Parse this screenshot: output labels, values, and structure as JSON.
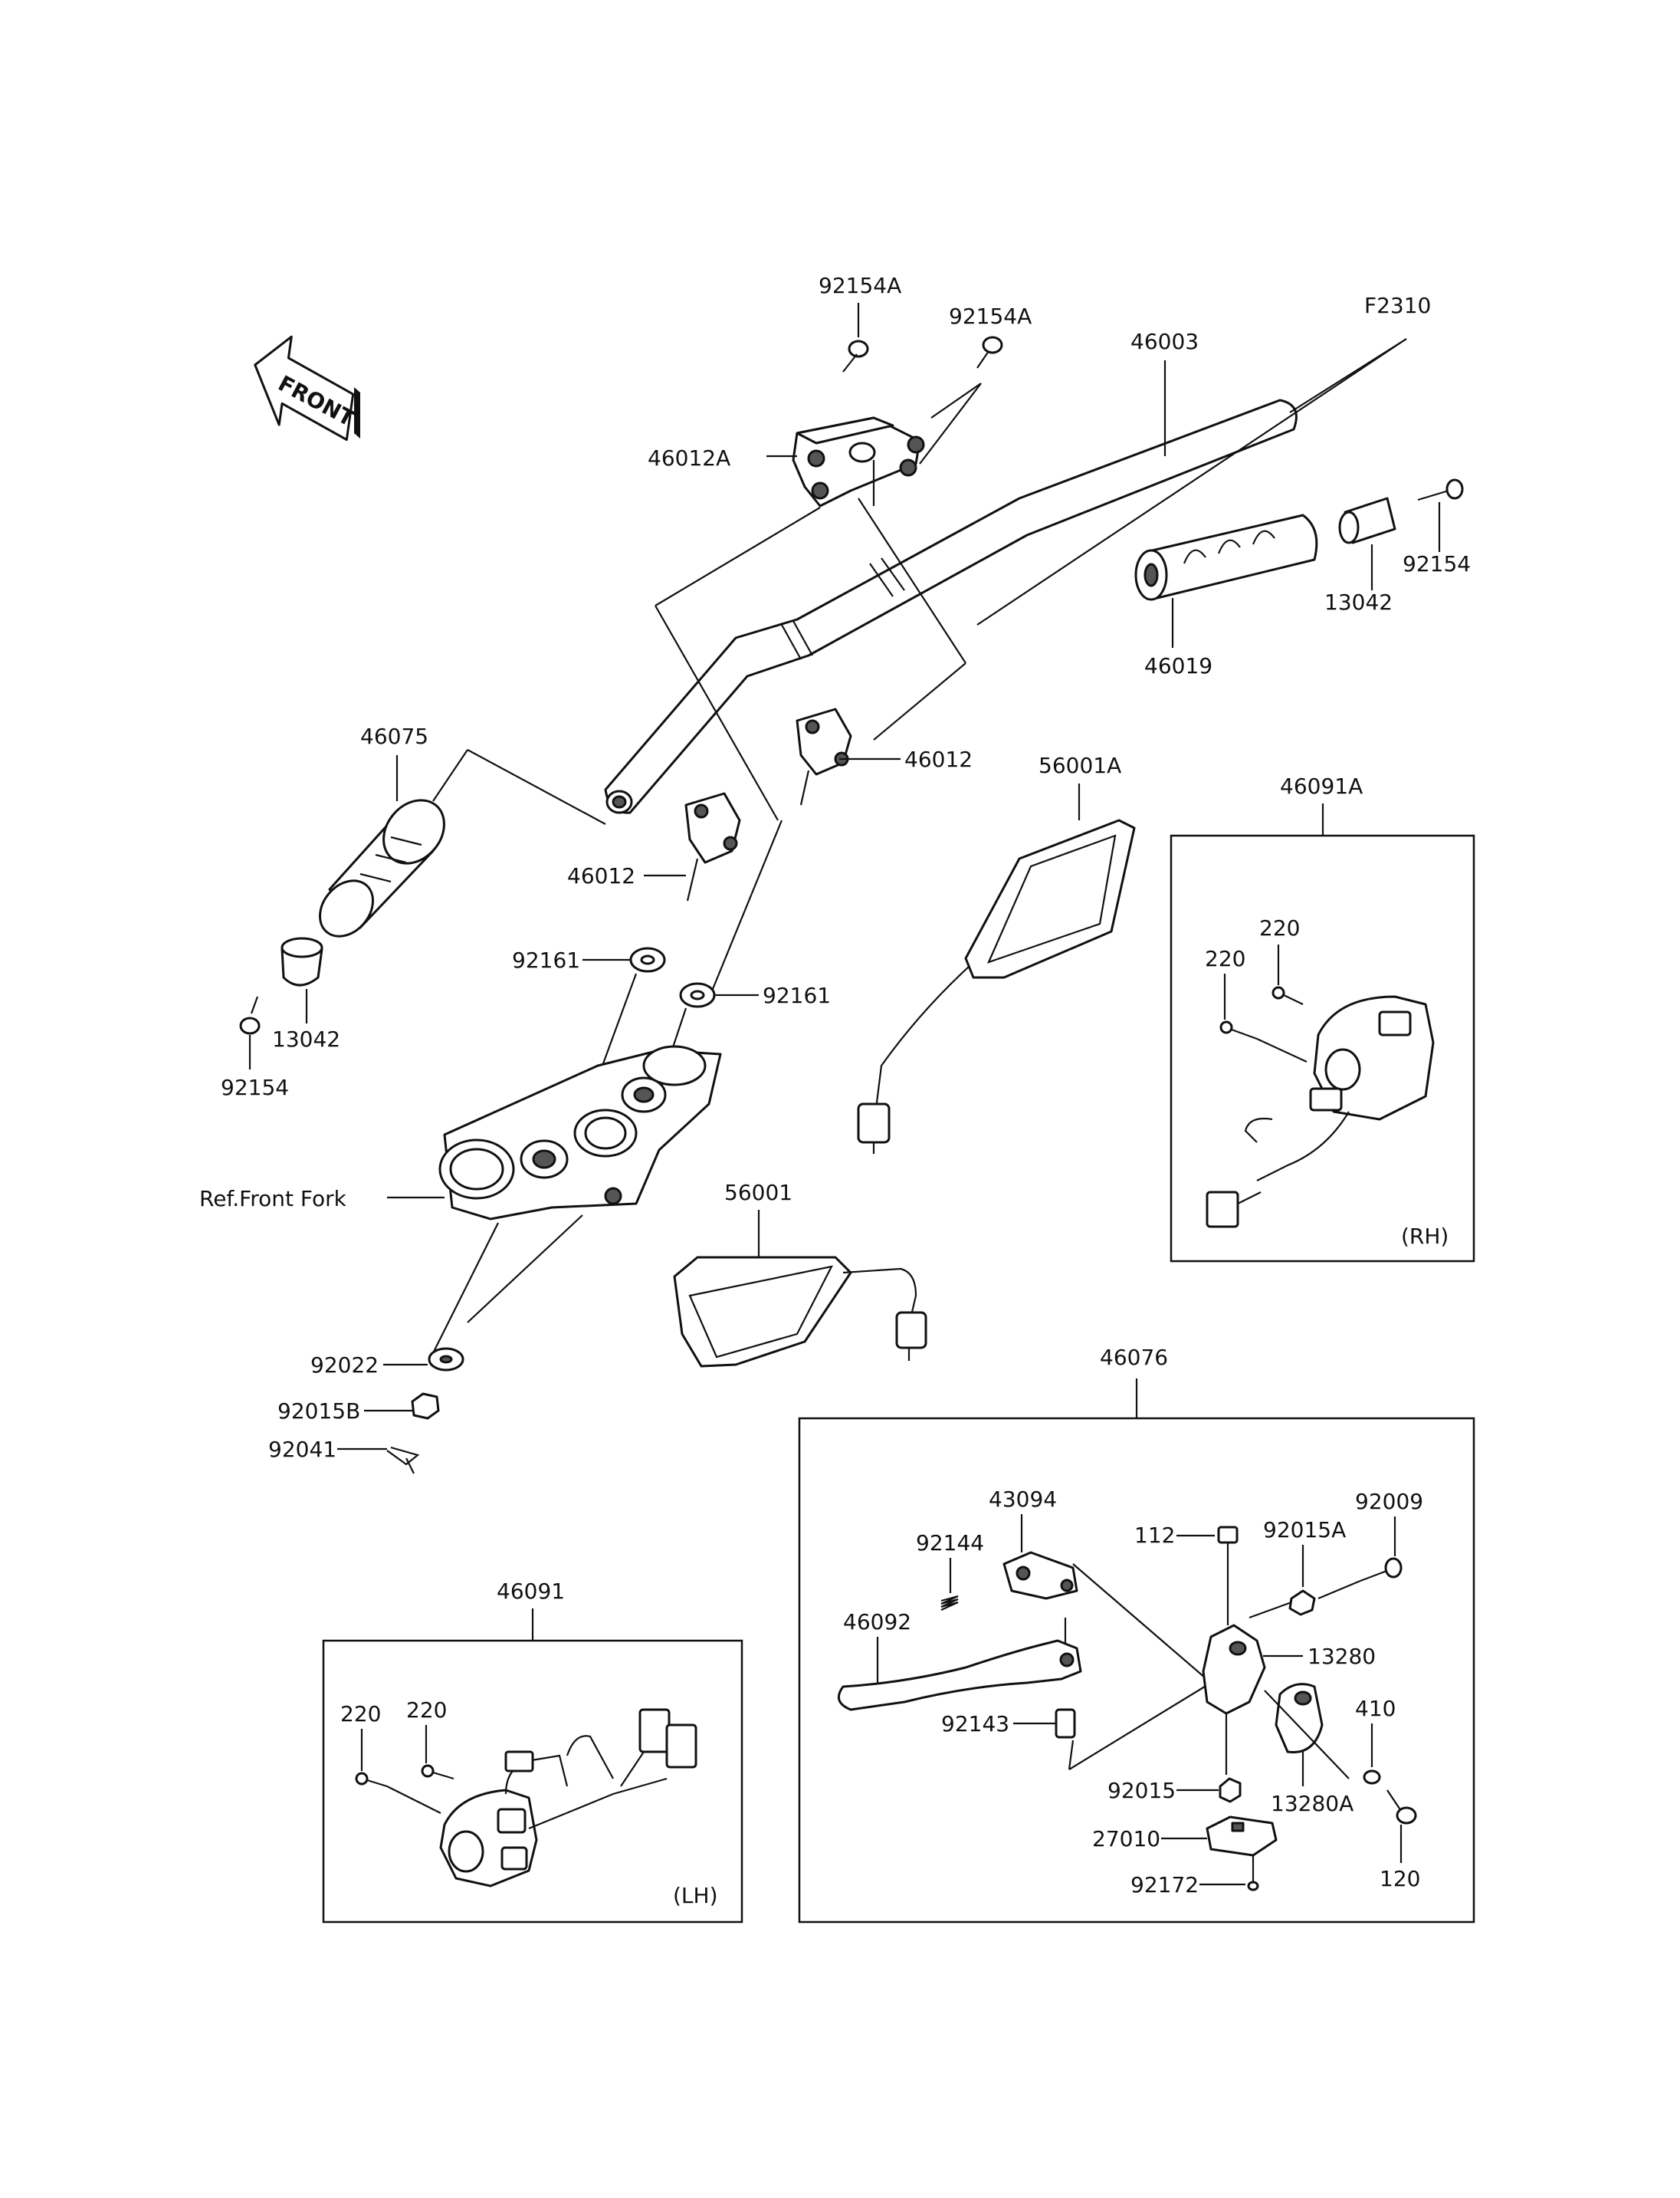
{
  "figure_code": "F2310",
  "front_marker": "FRONT",
  "labels": {
    "p92154A_1": "92154A",
    "p92154A_2": "92154A",
    "p46003": "46003",
    "p46012A": "46012A",
    "p46019": "46019",
    "p13042_r": "13042",
    "p92154_r": "92154",
    "p46075": "46075",
    "p46012_r": "46012",
    "p46012_l": "46012",
    "p92161_l": "92161",
    "p92161_r": "92161",
    "p13042_l": "13042",
    "p92154_l": "92154",
    "p56001A": "56001A",
    "p46091A": "46091A",
    "p220_a": "220",
    "p220_b": "220",
    "rh": "(RH)",
    "ref_front_fork": "Ref.Front Fork",
    "p56001": "56001",
    "p92022": "92022",
    "p92015B": "92015B",
    "p92041": "92041",
    "p46076": "46076",
    "p43094": "43094",
    "p92144": "92144",
    "p112": "112",
    "p92015A": "92015A",
    "p92009": "92009",
    "p46092": "46092",
    "p13280": "13280",
    "p92143": "92143",
    "p410": "410",
    "p92015": "92015",
    "p13280A": "13280A",
    "p27010": "27010",
    "p120": "120",
    "p92172": "92172",
    "p46091": "46091",
    "p220_c": "220",
    "p220_d": "220",
    "lh": "(LH)"
  }
}
